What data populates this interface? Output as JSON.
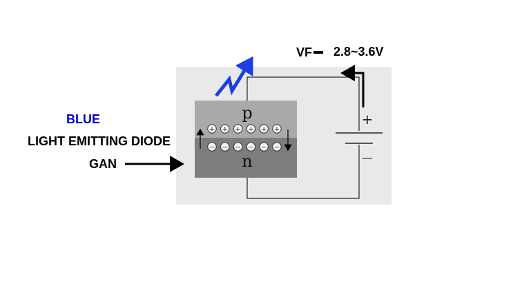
{
  "labels": {
    "blue": "BLUE",
    "led": "LIGHT EMITTING DIODE",
    "gan": "GAN",
    "vf_prefix": "VF",
    "vf_value": "2.8~3.6V"
  },
  "diode": {
    "p_label": "p",
    "n_label": "n",
    "p_charges": [
      "+",
      "+",
      "+",
      "+",
      "+",
      "+"
    ],
    "n_charges": [
      "−",
      "−",
      "−",
      "−",
      "−",
      "−"
    ]
  },
  "battery": {
    "plus": "+",
    "minus": "—"
  },
  "colors": {
    "blue_text": "#0000cc",
    "light_arrow": "#1b3fe0",
    "paper": "#e9e9e9",
    "p_region": "#a9a9a9",
    "n_region": "#7d7d7d"
  },
  "icons": {
    "light": "lightning-arrow-icon",
    "gan_pointer": "arrow-right-icon",
    "current": "arrow-left-icon"
  }
}
